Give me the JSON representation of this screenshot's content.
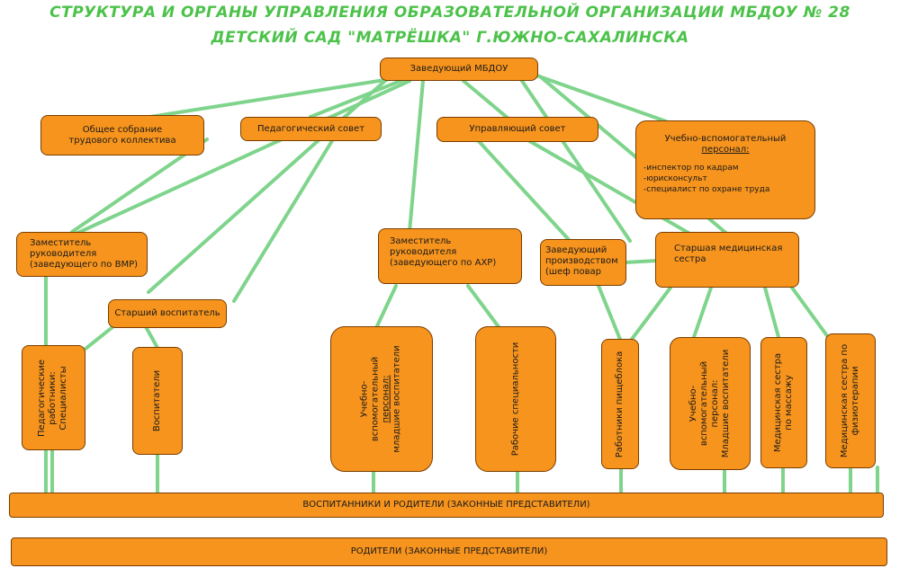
{
  "title": {
    "line1": "СТРУКТУРА И ОРГАНЫ УПРАВЛЕНИЯ ОБРАЗОВАТЕЛЬНОЙ ОРГАНИЗАЦИИ МБДОУ № 28",
    "line2": "ДЕТСКИЙ САД \"МАТРЁШКА\" Г.ЮЖНО-САХАЛИНСКА"
  },
  "nodes": {
    "head": "Заведующий МБДОУ",
    "general_meeting_1": "Общее собрание",
    "general_meeting_2": "трудового коллектива",
    "ped_council": "Педагогический совет",
    "governing_council": "Управляющий совет",
    "support_staff_title_1": "Учебно-вспомогательный",
    "support_staff_title_2": "персонал:",
    "support_staff_items": [
      "-инспектор по кадрам",
      "-юрисконсульт",
      "-специалист по охране труда"
    ],
    "deputy_edu_1": "Заместитель",
    "deputy_edu_2": "руководителя",
    "deputy_edu_3": "(заведующего по ВМР)",
    "deputy_ahr_1": "Заместитель",
    "deputy_ahr_2": "руководителя",
    "deputy_ahr_3": "(заведующего по АХР)",
    "production_head_1": "Заведующий",
    "production_head_2": "производством",
    "production_head_3": "(шеф повар",
    "head_nurse_1": "Старшая медицинская",
    "head_nurse_2": "сестра",
    "senior_teacher": "Старший воспитатель",
    "ped_workers_1": "Педагогические",
    "ped_workers_2": "работники:",
    "ped_workers_3": "Специалисты",
    "teachers": "Воспитатели",
    "support_junior_1": "Учебно-",
    "support_junior_2": "вспомогательный",
    "support_junior_3": "персонал:",
    "support_junior_4": "младшие воспитатели",
    "workers": "Рабочие специальности",
    "kitchen_workers": "Работники пищеблока",
    "support_junior2_1": "Учебно-",
    "support_junior2_2": "вспомогательный",
    "support_junior2_3": "персонал:",
    "support_junior2_4": "Младшие воспитатели",
    "nurse_massage_1": "Медицинская сестра",
    "nurse_massage_2": "по массажу",
    "nurse_physio_1": "Медицинская сестра по",
    "nurse_physio_2": "физиотерапии",
    "pupils_parents": "ВОСПИТАННИКИ И РОДИТЕЛИ (ЗАКОННЫЕ ПРЕДСТАВИТЕЛИ)",
    "parents": "РОДИТЕЛИ (ЗАКОННЫЕ ПРЕДСТАВИТЕЛИ)"
  },
  "colors": {
    "box_fill": "#f7941d",
    "box_border": "#7a3d00",
    "connector": "#7fd48c",
    "title": "#4cc24a"
  }
}
